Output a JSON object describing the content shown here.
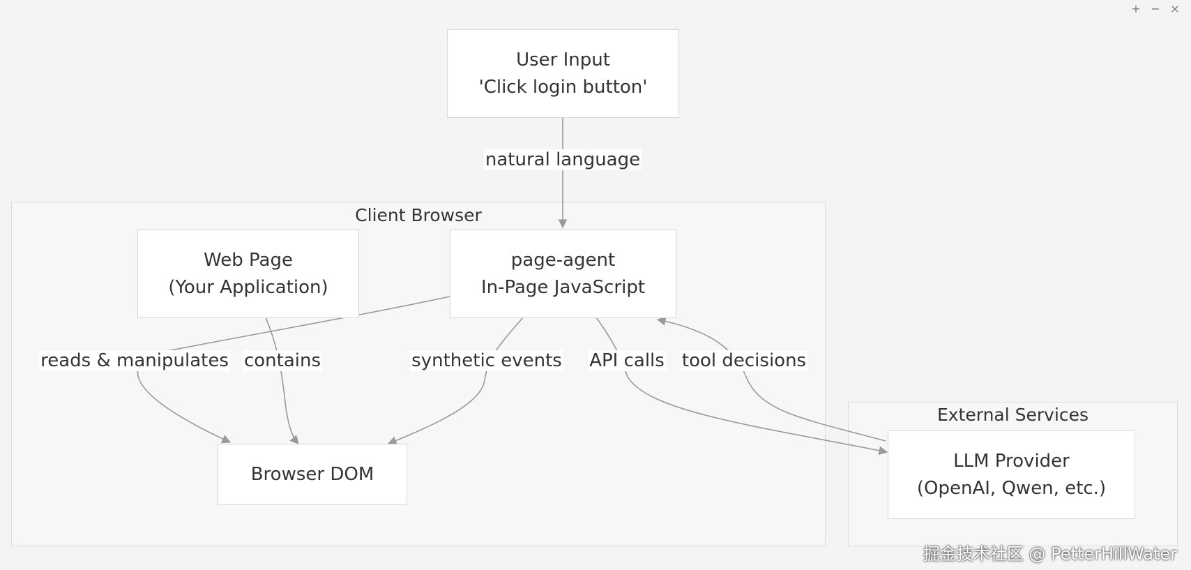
{
  "controls": {
    "zoom_in": "+",
    "zoom_out": "−",
    "close": "×"
  },
  "groups": {
    "client": {
      "title": "Client Browser"
    },
    "external": {
      "title": "External Services"
    }
  },
  "nodes": {
    "user_input": {
      "line1": "User Input",
      "line2": "'Click login button'"
    },
    "web_page": {
      "line1": "Web Page",
      "line2": "(Your Application)"
    },
    "page_agent": {
      "line1": "page-agent",
      "line2": "In-Page JavaScript"
    },
    "browser_dom": {
      "line1": "Browser DOM"
    },
    "llm": {
      "line1": "LLM Provider",
      "line2": "(OpenAI, Qwen, etc.)"
    }
  },
  "edges": {
    "natural_language": "natural language",
    "reads_manipulates": "reads & manipulates",
    "contains": "contains",
    "synthetic_events": "synthetic events",
    "api_calls": "API calls",
    "tool_decisions": "tool decisions"
  },
  "watermark": "掘金技术社区 @ PetterHillWater",
  "colors": {
    "edge": "#999999",
    "node_fill": "#ffffff",
    "group_fill": "#f7f7f7"
  }
}
